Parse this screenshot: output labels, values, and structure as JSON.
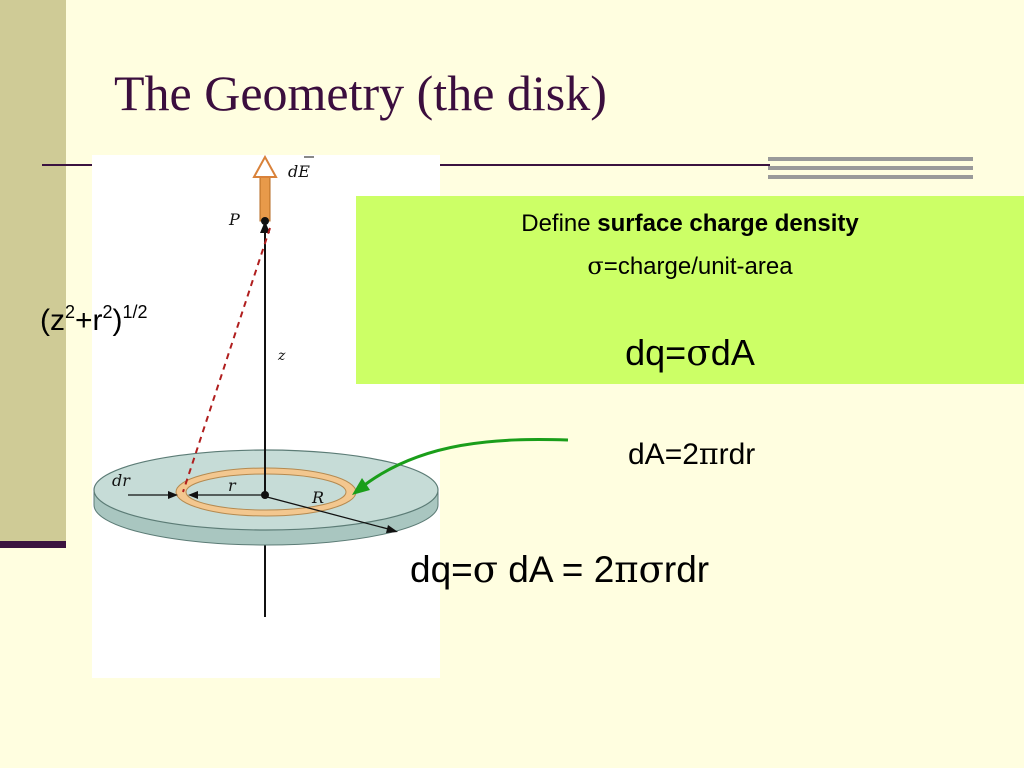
{
  "slide": {
    "title": "The Geometry (the disk)",
    "define_word": "Define ",
    "define_bold": "surface charge density",
    "sigma_symbol": "σ",
    "pi_symbol": "π",
    "sigma_def_rest": "=charge/unit-area",
    "dq_left": "dq=",
    "dq_right": "dA",
    "distance_base": "(z",
    "distance_sq1": "2",
    "distance_plus": "+r",
    "distance_sq2": "2",
    "distance_close": ")",
    "distance_exp": "1/2",
    "da_left": "dA=2",
    "da_right": "rdr",
    "final_a": "dq=",
    "final_b": " dA = 2",
    "final_c": "rdr"
  },
  "figure_labels": {
    "dE": "dE",
    "P": "P",
    "z": "z",
    "dr": "dr",
    "r": "r",
    "R": "R"
  },
  "colors": {
    "background": "#FFFEE0",
    "left_band": "#CFCB96",
    "title": "#3B0E3E",
    "green_box": "#CCFF66",
    "arrow_green": "#1A9E1A",
    "dashed_red": "#B01E1E",
    "disk": "#BFD7D2",
    "ring": "#F3C78F",
    "dE_arrow": "#E89A4A"
  }
}
